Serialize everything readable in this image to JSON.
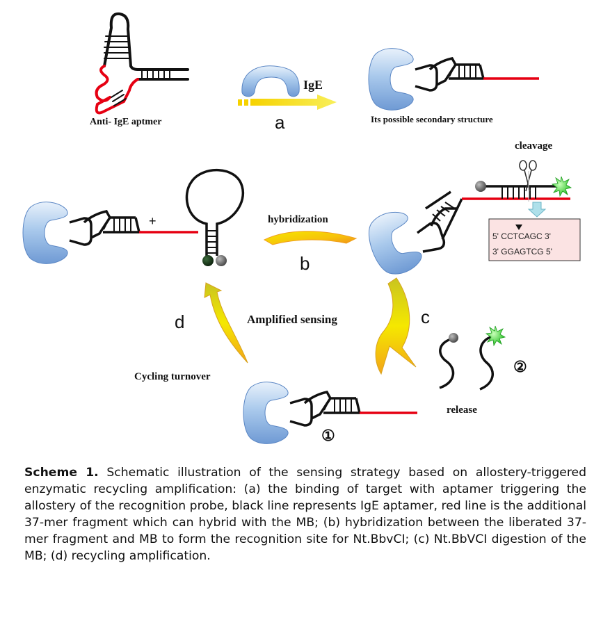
{
  "labels": {
    "anti_ige_aptmer": "Anti- IgE aptmer",
    "ige": "IgE",
    "step_a": "a",
    "secondary_structure": "Its possible secondary structure",
    "cleavage": "cleavage",
    "plus": "+",
    "hybridization": "hybridization",
    "step_b": "b",
    "seq_top": "5' CCTCAGC 3'",
    "seq_bottom": "3' GGAGTCG 5'",
    "step_d": "d",
    "amplified_sensing": "Amplified sensing",
    "step_c": "c",
    "cycling_turnover": "Cycling turnover",
    "release": "release",
    "product_1": "①",
    "product_2": "②"
  },
  "caption": {
    "title": "Scheme 1.",
    "text": "Schematic illustration of the sensing strategy based on allostery-triggered enzymatic recycling amplification: (a) the binding of target with aptamer triggering the allostery of the recognition probe, black line represents IgE aptamer, red line is the additional 37-mer fragment which can hybrid with the MB; (b) hybridization between the liberated 37-mer fragment and MB to form the recognition site for Nt.BbvCI; (c) Nt.BbVCI digestion of the MB; (d) recycling amplification."
  },
  "colors": {
    "protein_blue": "#a9c9ec",
    "protein_edge": "#5a86c4",
    "fragment_red": "#e60012",
    "dna_black": "#111111",
    "arrow_yellow": "#f7e300",
    "arrow_orange": "#f4a31c",
    "fluorophore_green": "#2bd12b",
    "quencher_grey": "#666666",
    "site_box_fill": "#fbe3e3",
    "digest_arrow": "#aee0ea"
  }
}
